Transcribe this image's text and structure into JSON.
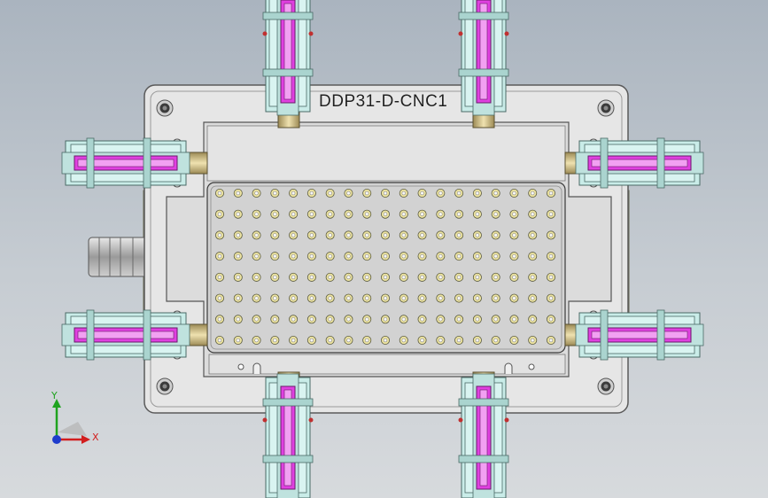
{
  "model": {
    "part_label": "DDP31-D-CNC1",
    "hole_grid": {
      "columns": 19,
      "rows": 8
    }
  },
  "triad": {
    "x_label": "X",
    "y_label": "Y",
    "colors": {
      "x": "#d21e1e",
      "y": "#1fa31f",
      "z": "#1e3ccc"
    }
  },
  "colors": {
    "plate": "#e6e6e6",
    "plate_edge": "#6a6a6a",
    "rail": "#d9d0a8",
    "clamp_body": "#c9ece8",
    "clamp_arm": "#e040e0",
    "hole_ring": "#ece3a0",
    "fitting": "#b8b8b8"
  }
}
